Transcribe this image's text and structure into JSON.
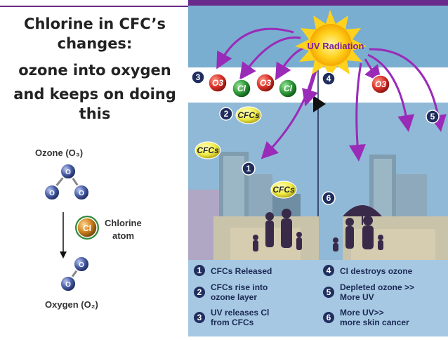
{
  "headline": {
    "line1": "Chlorine in CFC’s",
    "line2": "changes:",
    "line3": "ozone into oxygen",
    "line4": "and keeps on doing",
    "line5": "this"
  },
  "left_diagram": {
    "ozone_label": "Ozone (O₃)",
    "chlorine_label_1": "Chlorine",
    "chlorine_label_2": "atom",
    "oxygen_label": "Oxygen (O₂)",
    "atom_o": "O",
    "atom_cl": "Cl"
  },
  "panel": {
    "uv_label": "UV Radiation",
    "mol_o3": "O3",
    "mol_cl": "Cl",
    "mol_cfcs": "CFCs",
    "numbers": [
      "1",
      "2",
      "3",
      "4",
      "5",
      "6"
    ],
    "legend": [
      {
        "num": "1",
        "lines": [
          "CFCs Released"
        ]
      },
      {
        "num": "2",
        "lines": [
          "CFCs rise into",
          "ozone layer"
        ]
      },
      {
        "num": "3",
        "lines": [
          "UV releases Cl",
          "from CFCs"
        ]
      },
      {
        "num": "4",
        "lines": [
          "Cl destroys ozone"
        ]
      },
      {
        "num": "5",
        "lines": [
          "Depleted ozone >>",
          "More UV"
        ]
      },
      {
        "num": "6",
        "lines": [
          "More UV>>",
          "more skin cancer"
        ]
      }
    ]
  },
  "colors": {
    "accent_bar": "#6a2a8c",
    "sky": "#8fb9d6",
    "ozone_band": "#ffffff",
    "arrow": "#9a2bb8",
    "sun": "#ffd21e",
    "ozone_red": "#d8322a",
    "chlorine_green": "#2f9a3a",
    "cfc_yellow": "#f3ee4a",
    "number_badge": "#1f2e5e"
  }
}
